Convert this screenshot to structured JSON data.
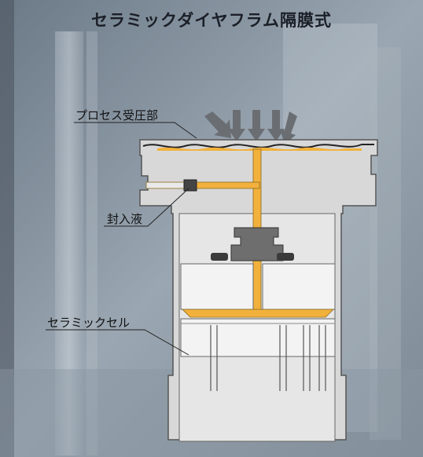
{
  "title": "セラミックダイヤフラム隔膜式",
  "labels": {
    "process_side": "プロセス受圧部",
    "fill_fluid": "封入液",
    "ceramic_cell": "セラミックセル"
  },
  "colors": {
    "body_fill": "#d8d8d8",
    "body_stroke": "#555555",
    "fluid": "#f2b13c",
    "seal": "#6e6e6e",
    "arrow": "#6a6e73",
    "cell": "#f3f3f3"
  }
}
